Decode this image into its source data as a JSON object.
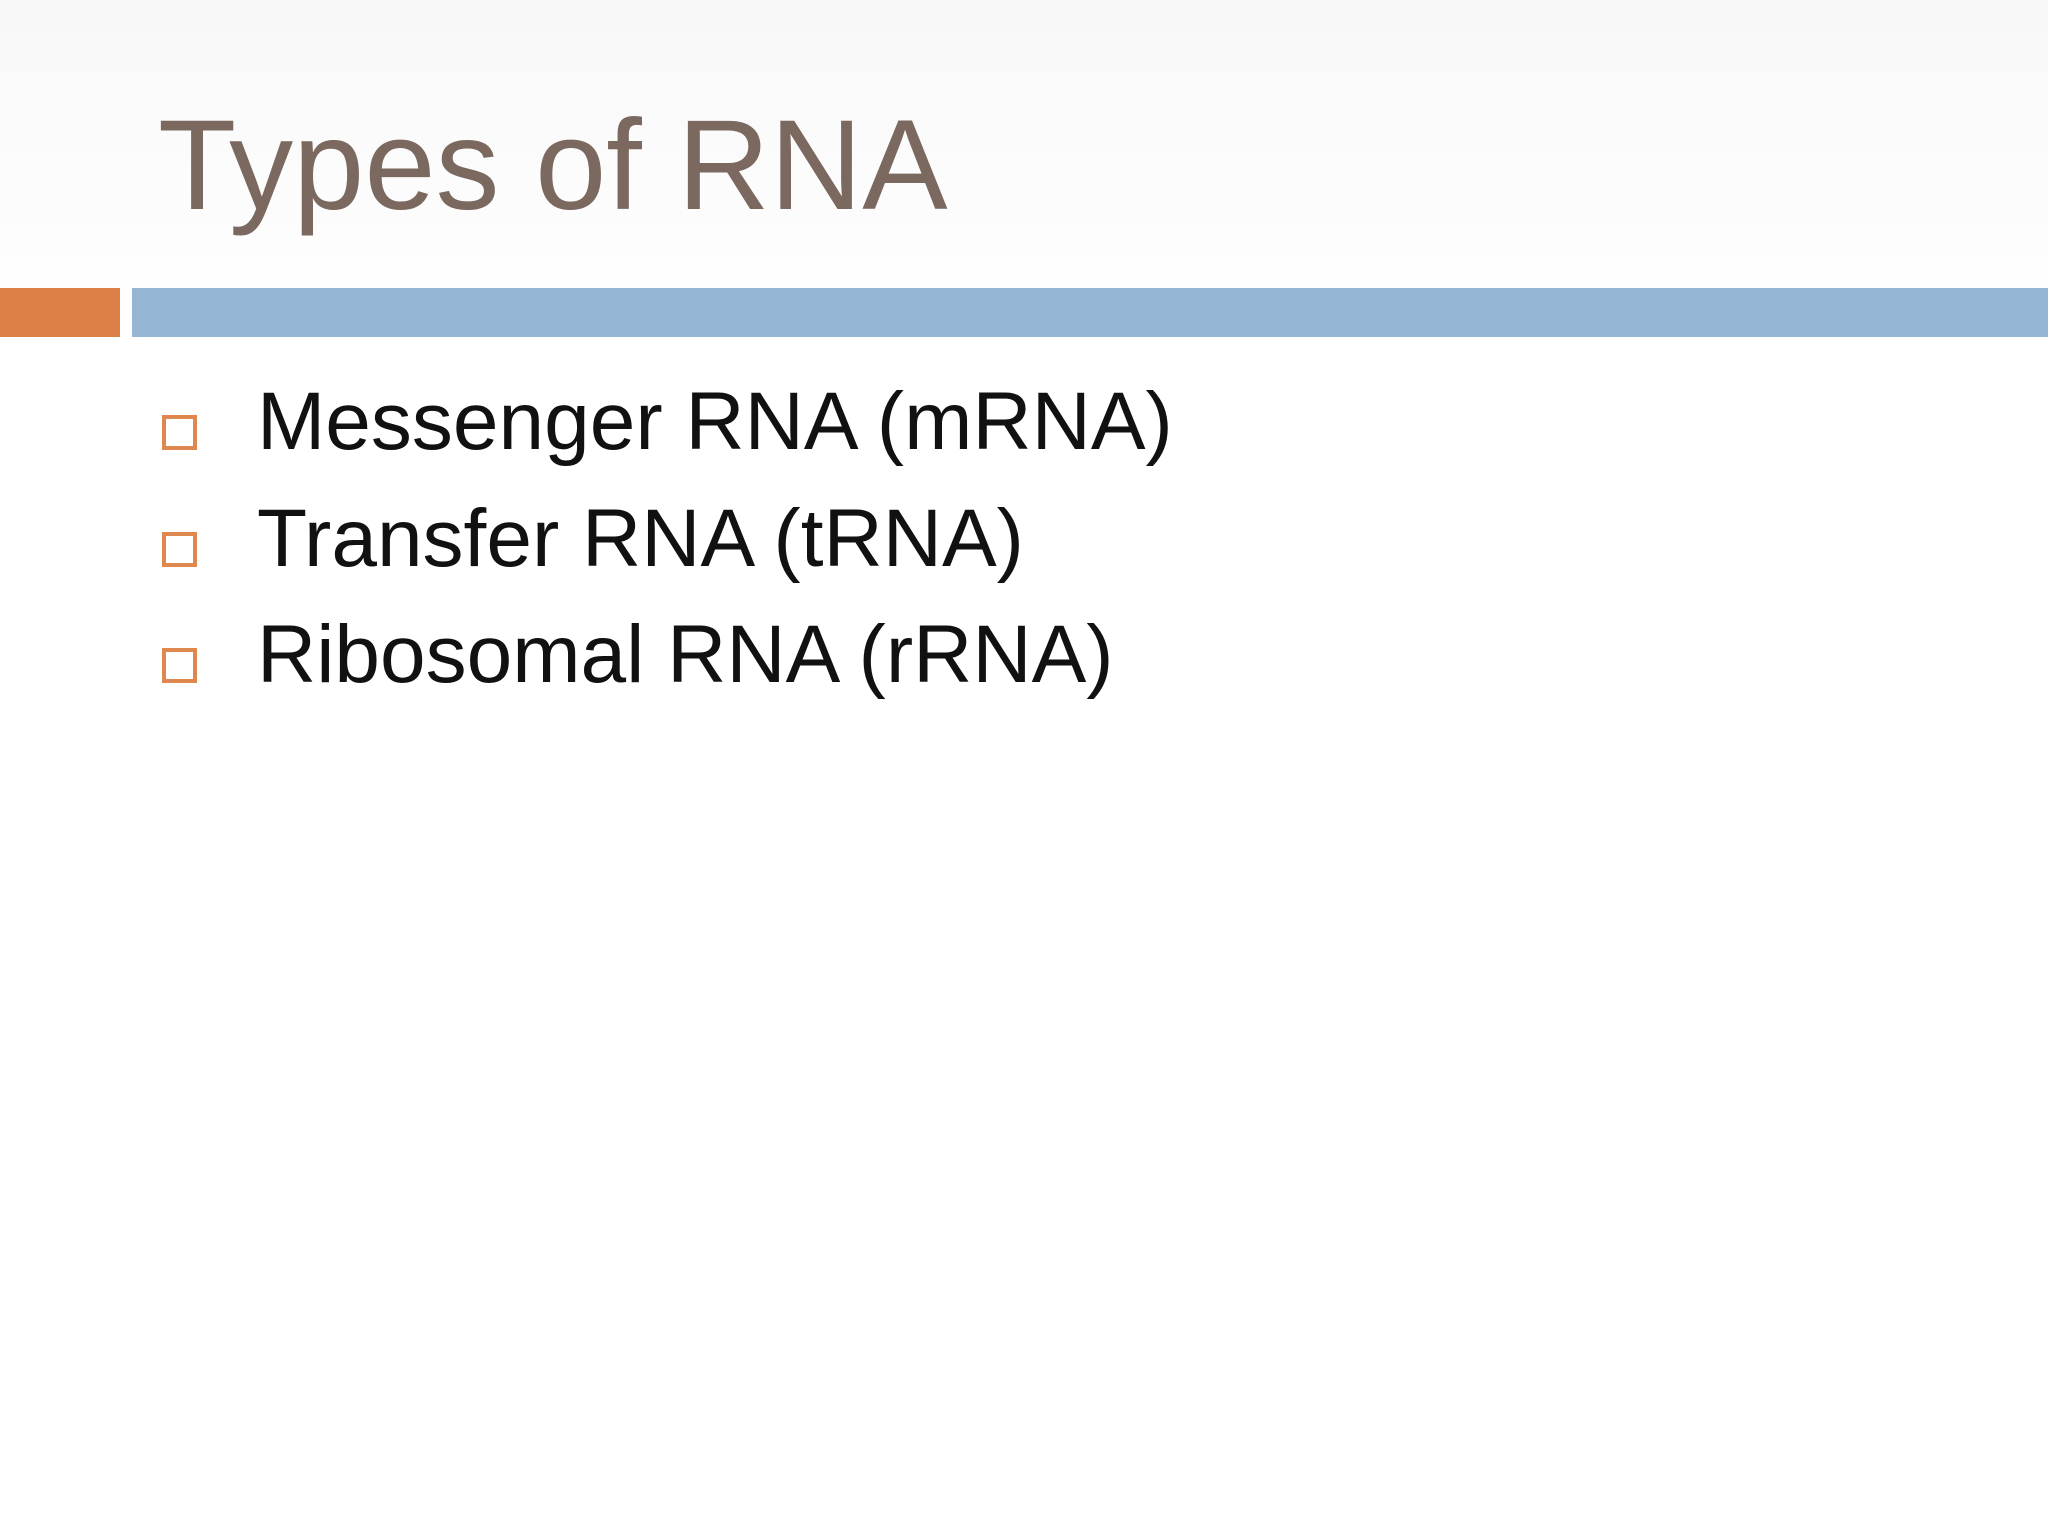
{
  "slide": {
    "title": "Types of RNA",
    "bullets": [
      {
        "text": "Messenger RNA (mRNA)"
      },
      {
        "text": "Transfer RNA (tRNA)"
      },
      {
        "text": "Ribosomal RNA (rRNA)"
      }
    ]
  },
  "colors": {
    "title": "#7B685F",
    "body_text": "#111111",
    "accent_orange": "#DD8047",
    "accent_blue": "#94B6D2",
    "bullet_marker": "#DE8850",
    "background": "#FFFFFF",
    "background_top": "#F8F8F9"
  }
}
